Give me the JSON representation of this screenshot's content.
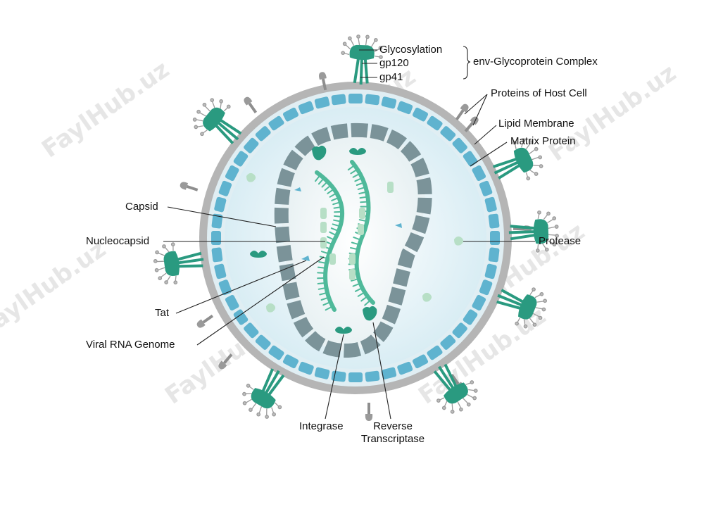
{
  "labels": {
    "glycosylation": "Glycosylation",
    "gp120": "gp120",
    "gp41": "gp41",
    "env_complex": "env-Glycoprotein Complex",
    "host_proteins": "Proteins of Host Cell",
    "lipid_membrane": "Lipid Membrane",
    "matrix_protein": "Matrix Protein",
    "capsid": "Capsid",
    "nucleocapsid": "Nucleocapsid",
    "protease": "Protease",
    "tat": "Tat",
    "viral_rna": "Viral RNA Genome",
    "integrase": "Integrase",
    "reverse_transcriptase_1": "Reverse",
    "reverse_transcriptase_2": "Transcriptase"
  },
  "watermark": "FaylHub.uz",
  "colors": {
    "membrane": "#b3b3b3",
    "matrix": "#5fb3cf",
    "interior": "#e9f4f8",
    "capsid": "#7b9399",
    "teal": "#2a9a80",
    "light_green": "#b7dfc6",
    "rna": "#4fb99a"
  }
}
